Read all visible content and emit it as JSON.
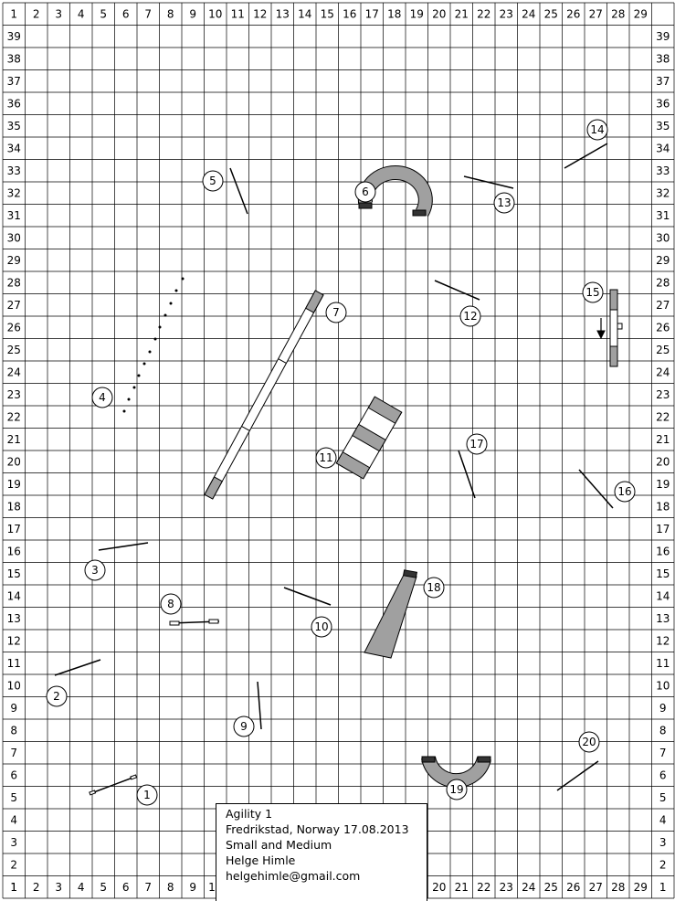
{
  "grid": {
    "col_labels": [
      "1",
      "2",
      "3",
      "4",
      "5",
      "6",
      "7",
      "8",
      "9",
      "10",
      "11",
      "12",
      "13",
      "14",
      "15",
      "16",
      "17",
      "18",
      "19",
      "20",
      "21",
      "22",
      "23",
      "24",
      "25",
      "26",
      "27",
      "28",
      "29"
    ],
    "row_labels": [
      "39",
      "38",
      "37",
      "36",
      "35",
      "34",
      "33",
      "32",
      "31",
      "30",
      "29",
      "28",
      "27",
      "26",
      "25",
      "24",
      "23",
      "22",
      "21",
      "20",
      "19",
      "18",
      "17",
      "16",
      "15",
      "14",
      "13",
      "12",
      "11",
      "10",
      "9",
      "8",
      "7",
      "6",
      "5",
      "4",
      "3",
      "2",
      "1"
    ]
  },
  "obstacles": [
    {
      "number": "1",
      "type": "jump"
    },
    {
      "number": "2",
      "type": "jump"
    },
    {
      "number": "3",
      "type": "jump"
    },
    {
      "number": "4",
      "type": "weave-poles"
    },
    {
      "number": "5",
      "type": "jump"
    },
    {
      "number": "6",
      "type": "tunnel"
    },
    {
      "number": "7",
      "type": "dog-walk"
    },
    {
      "number": "8",
      "type": "jump"
    },
    {
      "number": "9",
      "type": "jump"
    },
    {
      "number": "10",
      "type": "jump"
    },
    {
      "number": "11",
      "type": "a-frame"
    },
    {
      "number": "12",
      "type": "jump"
    },
    {
      "number": "13",
      "type": "jump"
    },
    {
      "number": "14",
      "type": "jump"
    },
    {
      "number": "15",
      "type": "seesaw"
    },
    {
      "number": "16",
      "type": "jump"
    },
    {
      "number": "17",
      "type": "jump"
    },
    {
      "number": "18",
      "type": "chute"
    },
    {
      "number": "19",
      "type": "tunnel"
    },
    {
      "number": "20",
      "type": "jump"
    }
  ],
  "info": {
    "line1": "Agility 1",
    "line2": "Fredrikstad, Norway 17.08.2013",
    "line3": "Small and Medium",
    "line4": "Helge Himle",
    "line5": "helgehimle@gmail.com"
  }
}
